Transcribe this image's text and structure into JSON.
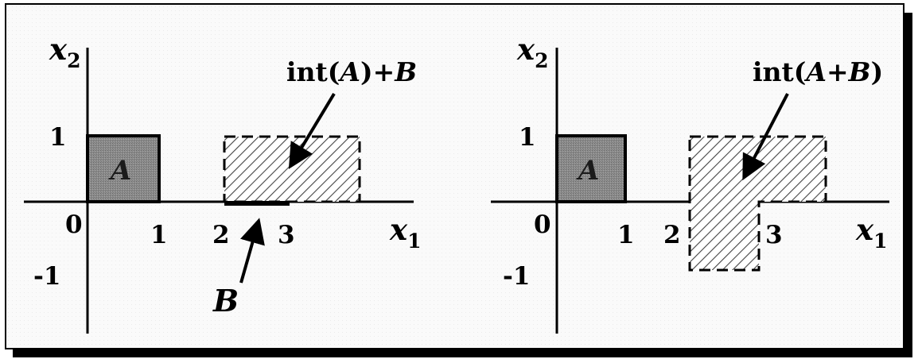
{
  "left_panel": {
    "axis_x": {
      "var": "x",
      "sub": "1"
    },
    "axis_y": {
      "var": "x",
      "sub": "2"
    },
    "ticks": {
      "zero": "0",
      "x1": "1",
      "x2": "2",
      "x3": "3",
      "y1": "1",
      "yneg1": "-1"
    },
    "set_a_label": "A",
    "set_b_label": "B",
    "result_label": {
      "prefix": "int(",
      "a": "A",
      "mid": ")+",
      "b": "B",
      "suffix": ""
    }
  },
  "right_panel": {
    "axis_x": {
      "var": "x",
      "sub": "1"
    },
    "axis_y": {
      "var": "x",
      "sub": "2"
    },
    "ticks": {
      "zero": "0",
      "x1": "1",
      "x2": "2",
      "x3": "3",
      "y1": "1",
      "yneg1": "-1"
    },
    "set_a_label": "A",
    "result_label": {
      "prefix": "int(",
      "a": "A",
      "mid": "+",
      "b": "B",
      "suffix": ")"
    }
  },
  "colors": {
    "set_a_fill": "#8c8c8c",
    "hatch": "#444444",
    "stroke": "#000000"
  }
}
